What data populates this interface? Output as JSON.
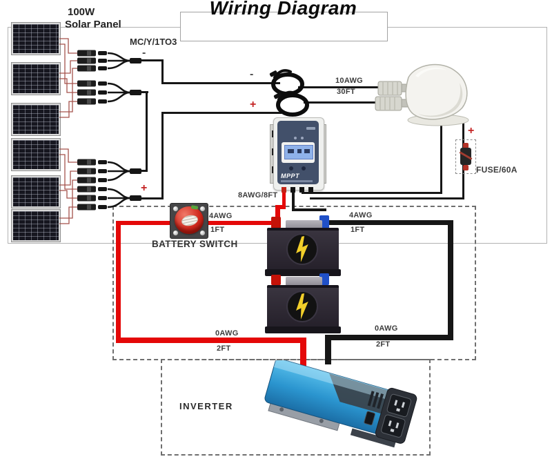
{
  "title": "Wiring Diagram",
  "solar_array": {
    "power": "100W",
    "type": "Solar Panel",
    "branch_connector": "MC/Y/1TO3",
    "panel_count": 6
  },
  "polarity": {
    "plus": "+",
    "minus": "-"
  },
  "pv_run": {
    "gauge": "10AWG",
    "length": "30FT"
  },
  "fuse": {
    "label": "FUSE/60A"
  },
  "charge_controller": {
    "name": "MPPT",
    "output_run": "8AWG/8FT"
  },
  "battery_switch": {
    "label": "BATTERY SWITCH"
  },
  "battery_run": {
    "gauge": "4AWG",
    "length": "1FT"
  },
  "inverter_run": {
    "gauge": "0AWG",
    "length": "2FT"
  },
  "inverter": {
    "label": "INVERTER"
  },
  "colors": {
    "wire_red": "#e40808",
    "wire_black": "#161616",
    "mppt_navy": "#42506a",
    "lcd_blue": "#8fb2ea",
    "inverter_blue": "#2b95cf",
    "switch_red": "#d0281c",
    "bolt_yellow": "#f2cf2a"
  }
}
